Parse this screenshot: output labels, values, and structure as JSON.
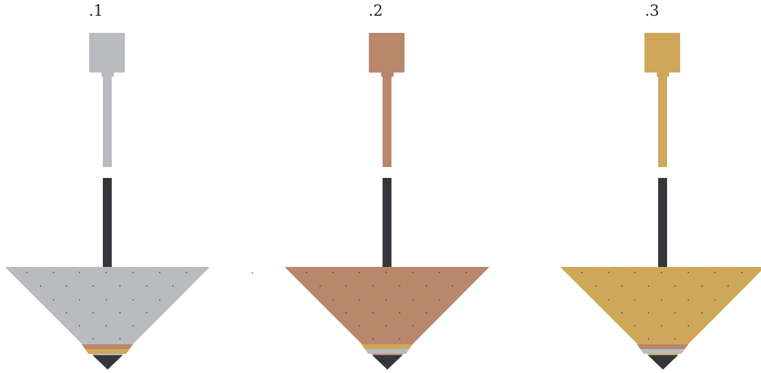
{
  "colors": {
    "silver": "#babbbf",
    "copper": "#b9876c",
    "gold": "#cfa75a",
    "dark": "#35363a"
  },
  "variants": [
    {
      "label": ".1",
      "color": "#babbbf",
      "band_colors": [
        "#b9876c",
        "#cfa75a"
      ]
    },
    {
      "label": ".2",
      "color": "#b9876c",
      "band_colors": [
        "#cfa75a",
        "#babbbf"
      ]
    },
    {
      "label": ".3",
      "color": "#cfa75a",
      "band_colors": [
        "#b9876c",
        "#babbbf"
      ]
    }
  ]
}
